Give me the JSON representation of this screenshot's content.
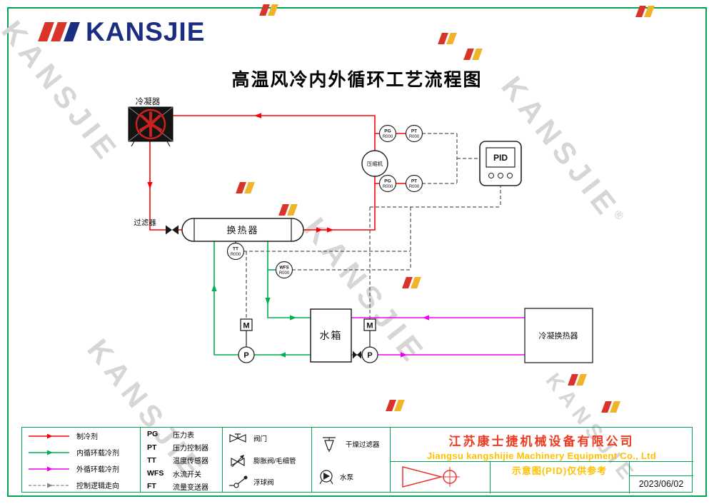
{
  "colors": {
    "frame": "#00a651",
    "refrigerant": "#ff0000",
    "internal": "#00b050",
    "external": "#ee00ee",
    "control": "#555555",
    "navy": "#1a2d80",
    "accent-red": "#d8342a",
    "accent-yellow": "#f0b428",
    "company-red": "#ee3a22",
    "company-yellow": "#ffc000",
    "watermark": "#d6d6d6"
  },
  "header": {
    "logo_text": "KANSJIE",
    "title": "高温风冷内外循环工艺流程图"
  },
  "watermark": {
    "text": "KANSJIE",
    "reg": "®"
  },
  "diagram": {
    "condenser": "冷凝器",
    "compressor": "压缩机",
    "filter": "过滤器",
    "heat_exchanger": "换热器",
    "water_tank": "水箱",
    "condensing_hx": "冷凝换热器",
    "pid": "PID",
    "pg": "PG",
    "pt": "PT",
    "tt": "TT",
    "wfs": "WFS",
    "tag": "R000",
    "motor": "M",
    "pump": "P"
  },
  "legend": {
    "line_items": [
      {
        "label": "制冷剂",
        "color": "#ff0000"
      },
      {
        "label": "内循环载冷剂",
        "color": "#00b050"
      },
      {
        "label": "外循环载冷剂",
        "color": "#ee00ee"
      },
      {
        "label": "控制逻辑走向",
        "color": "#888888"
      }
    ],
    "abbr_items": [
      {
        "abbr": "PG",
        "label": "压力表"
      },
      {
        "abbr": "PT",
        "label": "压力控制器"
      },
      {
        "abbr": "TT",
        "label": "温度传感器"
      },
      {
        "abbr": "WFS",
        "label": "水流开关"
      },
      {
        "abbr": "FT",
        "label": "流量变送器"
      }
    ],
    "symbol_items": [
      {
        "label": "阀门"
      },
      {
        "label": "膨胀阀/毛细管"
      },
      {
        "label": "浮球阀"
      },
      {
        "label": "干燥过滤器"
      },
      {
        "label": "水泵"
      }
    ]
  },
  "title_block": {
    "company_cn": "江苏康士捷机械设备有限公司",
    "company_en": "Jiangsu kangshijie Machinery Equipment Co., Ltd",
    "note": "示意图(PID)仅供参考",
    "date": "2023/06/02"
  }
}
